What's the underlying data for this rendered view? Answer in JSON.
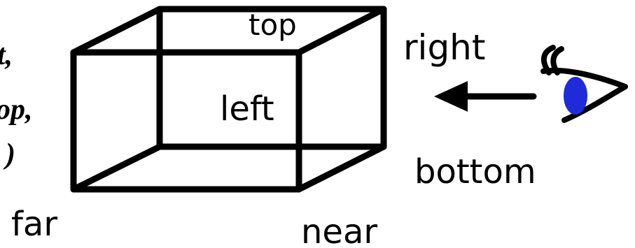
{
  "diagram": {
    "title": "",
    "labels": {
      "top": "top",
      "right": "right",
      "left": "left",
      "bottom": "bottom",
      "far": "far",
      "near": "near"
    },
    "cropped_text": [
      "t,",
      "op,",
      ")"
    ],
    "colors": {
      "lines": "#000000",
      "pupil": "#1f2bd8",
      "background": "#ffffff"
    },
    "icons": {
      "viewer": "eye-icon",
      "direction": "arrow-left-icon"
    }
  }
}
